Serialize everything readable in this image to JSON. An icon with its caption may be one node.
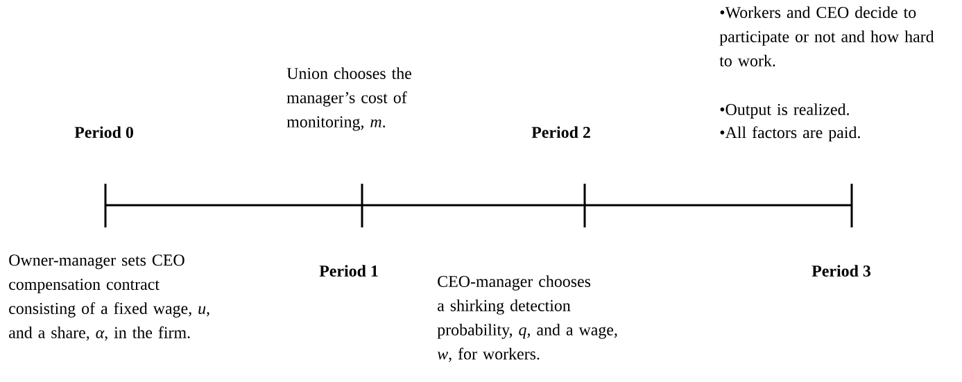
{
  "diagram": {
    "labels": [
      "•Workers and CEO decide to participate or not and how hard to work.",
      "•Output is realized.",
      "•All factors are paid.",
      "Union chooses the manager’s cost of monitoring, *m*.",
      "Period 0",
      "Period 2",
      "Owner-manager sets CEO compensation contract consisting of a fixed wage, *u*, and a share, *α*, in the firm.",
      "Period 1",
      "CEO-manager chooses a shirking detection probability, *q*, and a wage, *w*, for workers.",
      "Period 3"
    ]
  }
}
